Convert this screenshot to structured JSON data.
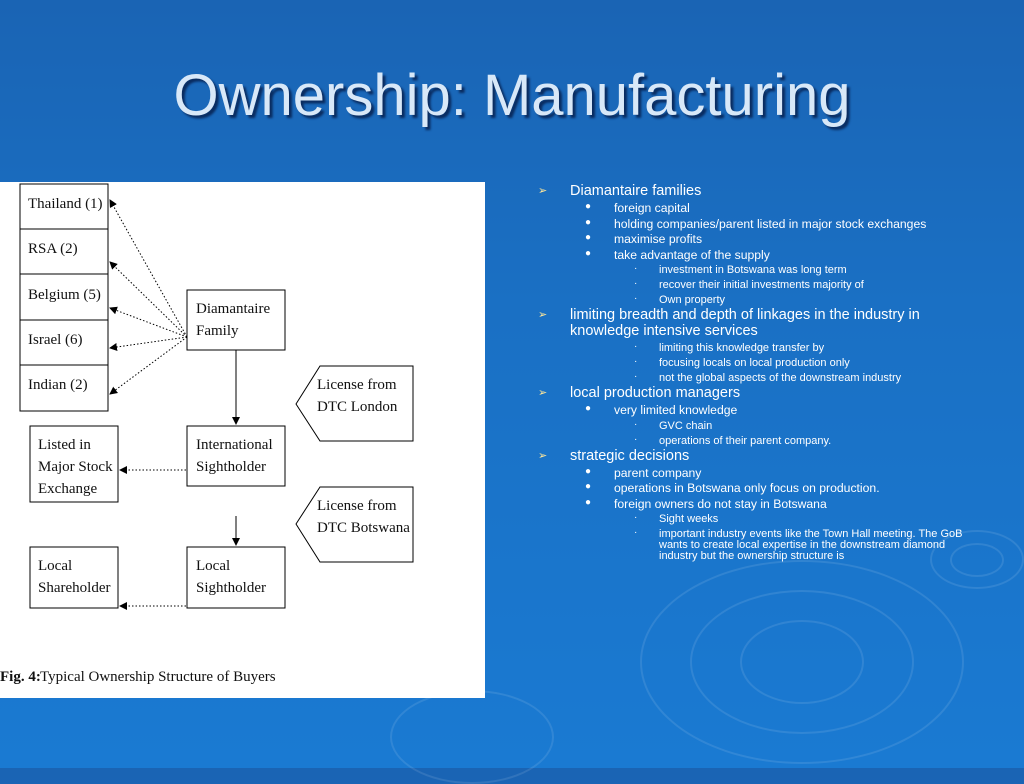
{
  "slide": {
    "title": "Ownership: Manufacturing"
  },
  "figure": {
    "countries": [
      "Thailand (1)",
      "RSA (2)",
      "Belgium (5)",
      "Israel (6)",
      "Indian (2)"
    ],
    "diamantaire": [
      "Diamantaire",
      "Family"
    ],
    "license_london": [
      "License from",
      "DTC London"
    ],
    "international": [
      "International",
      "Sightholder"
    ],
    "listed": [
      "Listed in",
      "Major Stock",
      "Exchange"
    ],
    "license_botswana": [
      "License from",
      "DTC Botswana"
    ],
    "local_shareholder": [
      "Local",
      "Shareholder"
    ],
    "local_sightholder": [
      "Local",
      "Sightholder"
    ],
    "caption_label": "Fig. 4:",
    "caption_text": "Typical Ownership Structure of Buyers"
  },
  "bullets": [
    {
      "level": 1,
      "marker": "➢",
      "text": "Diamantaire families"
    },
    {
      "level": 2,
      "marker": "●",
      "text": "foreign capital"
    },
    {
      "level": 2,
      "marker": "●",
      "text": "holding companies/parent listed in major stock exchanges"
    },
    {
      "level": 2,
      "marker": "●",
      "text": "maximise profits"
    },
    {
      "level": 2,
      "marker": "●",
      "text": "take advantage of the supply"
    },
    {
      "level": 3,
      "marker": "·",
      "text": "investment in Botswana was long term"
    },
    {
      "level": 3,
      "marker": "·",
      "text": "recover their initial investments majority of"
    },
    {
      "level": 3,
      "marker": "·",
      "text": "Own property"
    },
    {
      "level": 1,
      "marker": "➢",
      "text": "limiting breadth and depth of linkages in the industry in knowledge intensive services"
    },
    {
      "level": 3,
      "marker": "·",
      "text": "limiting this knowledge transfer by"
    },
    {
      "level": 3,
      "marker": "·",
      "text": "focusing locals on local production only"
    },
    {
      "level": 3,
      "marker": "·",
      "text": "not the global aspects of the downstream industry"
    },
    {
      "level": 1,
      "marker": "➢",
      "text": "local production managers"
    },
    {
      "level": 2,
      "marker": "●",
      "text": " very limited knowledge"
    },
    {
      "level": 3,
      "marker": "·",
      "text": "GVC chain"
    },
    {
      "level": 3,
      "marker": "·",
      "text": "operations of their parent company."
    },
    {
      "level": 1,
      "marker": "➢",
      "text": "strategic decisions"
    },
    {
      "level": 2,
      "marker": "●",
      "text": "parent company"
    },
    {
      "level": 2,
      "marker": "●",
      "text": "operations in Botswana only focus on production."
    },
    {
      "level": 2,
      "marker": "●",
      "text": "foreign owners do not stay in Botswana"
    },
    {
      "level": 3,
      "marker": "·",
      "text": "Sight weeks"
    },
    {
      "level": 3,
      "marker": "·",
      "text": "important industry events like the Town Hall meeting. The GoB wants to create local expertise in the downstream diamond industry but the ownership structure is"
    }
  ]
}
